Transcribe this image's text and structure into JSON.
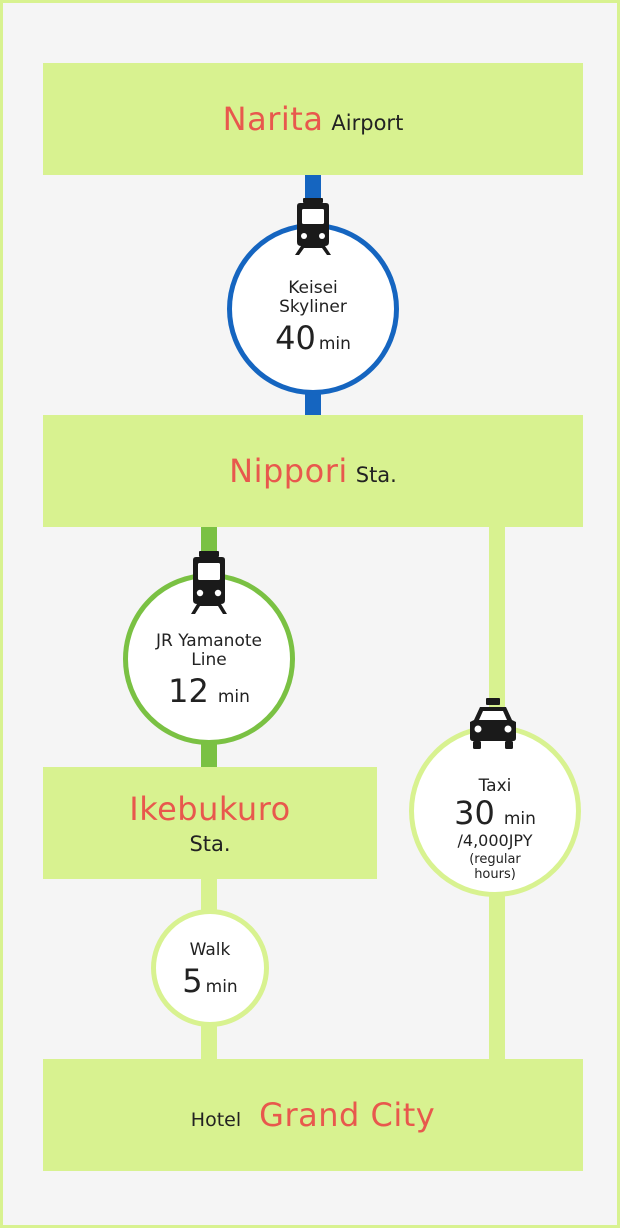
{
  "stations": {
    "narita": {
      "name": "Narita",
      "suffix": "Airport"
    },
    "nippori": {
      "name": "Nippori",
      "suffix": "Sta."
    },
    "ikebukuro": {
      "name": "Ikebukuro",
      "suffix": "Sta."
    },
    "hotel": {
      "prefix": "Hotel",
      "name": "Grand City"
    }
  },
  "routes": {
    "keisei": {
      "line1": "Keisei",
      "line2": "Skyliner",
      "time": "40",
      "unit": "min"
    },
    "jr": {
      "line1": "JR Yamanote",
      "line2": "Line",
      "time": "12",
      "unit": "min"
    },
    "taxi": {
      "line1": "Taxi",
      "time": "30",
      "unit": "min",
      "price": "/4,000JPY",
      "note1": "(regular",
      "note2": "hours)"
    },
    "walk": {
      "line1": "Walk",
      "time": "5",
      "unit": "min"
    }
  },
  "icons": {
    "train": "train-icon",
    "taxi": "taxi-icon"
  },
  "colors": {
    "accent_red": "#e8584d",
    "keisei_blue": "#1565c0",
    "jr_green": "#7ac143",
    "box_lime": "#d8f290"
  }
}
